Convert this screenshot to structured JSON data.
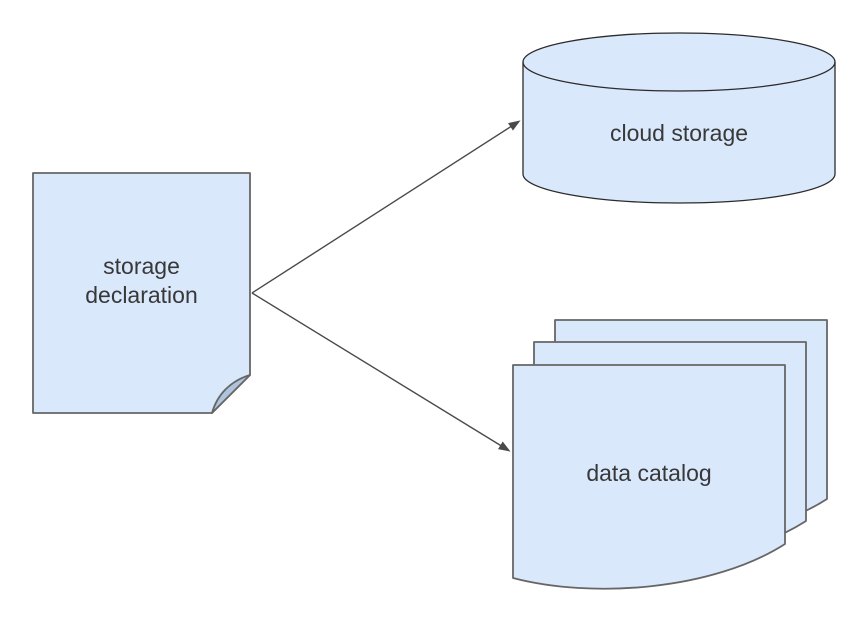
{
  "diagram": {
    "background": "#ffffff",
    "nodes": {
      "storage_declaration": {
        "label": "storage declaration",
        "shape": "note"
      },
      "cloud_storage": {
        "label": "cloud storage",
        "shape": "cylinder"
      },
      "data_catalog": {
        "label": "data catalog",
        "shape": "document-stack",
        "stack_count": 3
      }
    },
    "edges": [
      {
        "from": "storage declaration",
        "to": "cloud storage",
        "style": "directed-arrow"
      },
      {
        "from": "storage declaration",
        "to": "data catalog",
        "style": "directed-arrow"
      }
    ],
    "colors": {
      "node_fill": "#dae8fc",
      "node_stroke": "#666666",
      "cylinder_stroke": "#2b2b2b",
      "fold_fill": "#aec4dd",
      "arrow": "#4a4a4a",
      "text": "#383838"
    }
  }
}
